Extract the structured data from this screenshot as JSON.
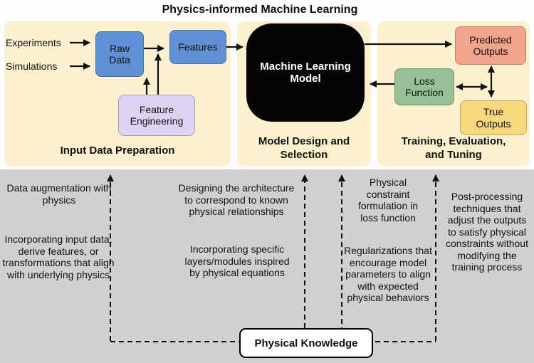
{
  "title": "Physics-informed Machine Learning",
  "panels": {
    "input_data_preparation": {
      "label": "Input Data Preparation",
      "sources": [
        "Experiments",
        "Simulations"
      ],
      "raw_data_label": "Raw Data",
      "features_label": "Features",
      "feature_engineering_label": "Feature Engineering"
    },
    "model_design": {
      "label": "Model Design and Selection",
      "ml_model_label": "Machine Learning Model"
    },
    "training_evaluation": {
      "label": "Training, Evaluation, and Tuning",
      "predicted_outputs_label": "Predicted Outputs",
      "loss_function_label": "Loss Function",
      "true_outputs_label": "True Outputs"
    }
  },
  "annotations": {
    "input": [
      "Data augmentation with physics",
      "Incorporating input data, derive features, or transformations that align with underlying physics"
    ],
    "model": [
      "Designing the architecture to correspond to known physical relationships",
      "Incorporating specific layers/modules inspired by physical equations"
    ],
    "training": [
      "Physical constraint formulation in loss function",
      "Regularizations that encourage model parameters to align with expected physical behaviors"
    ],
    "post": [
      "Post-processing techniques that adjust the outputs to satisfy physical constraints without modifying the training process"
    ]
  },
  "physical_knowledge_label": "Physical Knowledge",
  "colors": {
    "top_bg": "#fefefe",
    "bottom_gray": "#d0d0d0",
    "panel_bg": "#fcf1cf",
    "data_box_blue": "#6090d3",
    "feature_engineering_purple": "#ddd2f1",
    "model_box_black": "#050505",
    "predicted_salmon": "#f2a48c",
    "loss_green": "#96c195",
    "true_yellow": "#f8d87c"
  }
}
